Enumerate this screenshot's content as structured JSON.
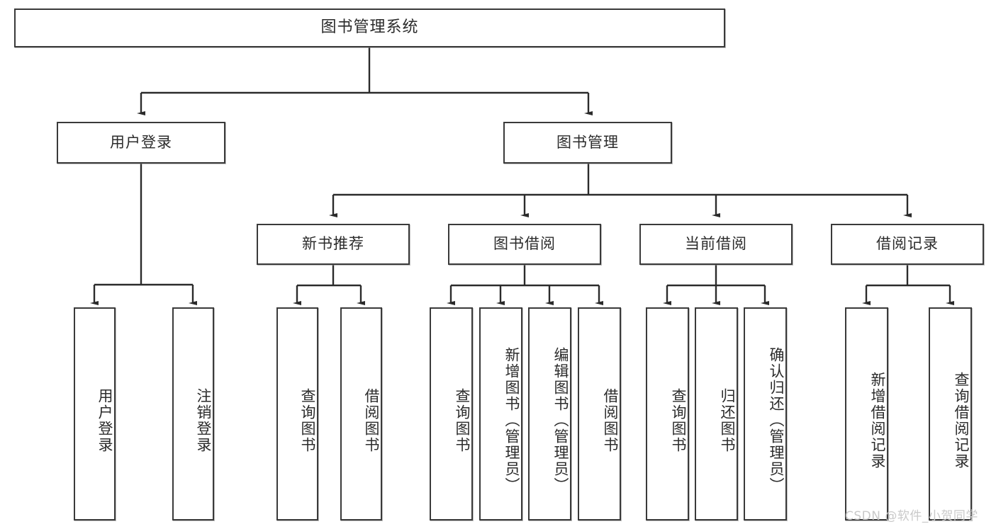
{
  "diagram": {
    "title": "图书管理系统",
    "type": "tree-hierarchy-diagram",
    "colors": {
      "box_border": "#3a3a3a",
      "box_fill": "#ffffff",
      "edge": "#2b2b2b",
      "text": "#2b2b2b",
      "watermark": "#c9c9c9",
      "background": "#ffffff"
    },
    "root": {
      "label": "图书管理系统"
    },
    "level2": [
      {
        "label": "用户登录"
      },
      {
        "label": "图书管理"
      }
    ],
    "level3": [
      {
        "label": "新书推荐"
      },
      {
        "label": "图书借阅"
      },
      {
        "label": "当前借阅"
      },
      {
        "label": "借阅记录"
      }
    ],
    "leaves_user_login": [
      {
        "label": "用户登录"
      },
      {
        "label": "注销登录"
      }
    ],
    "leaves_new_book": [
      {
        "label": "查询图书"
      },
      {
        "label": "借阅图书"
      }
    ],
    "leaves_borrow": [
      {
        "label": "查询图书"
      },
      {
        "label": "新增图书（管理员）"
      },
      {
        "label": "编辑图书（管理员）"
      },
      {
        "label": "借阅图书"
      }
    ],
    "leaves_current": [
      {
        "label": "查询图书"
      },
      {
        "label": "归还图书"
      },
      {
        "label": "确认归还（管理员）"
      }
    ],
    "leaves_record": [
      {
        "label": "新增借阅记录"
      },
      {
        "label": "查询借阅记录"
      }
    ]
  },
  "watermark": {
    "text": "CSDN @软件_小贺同学"
  }
}
